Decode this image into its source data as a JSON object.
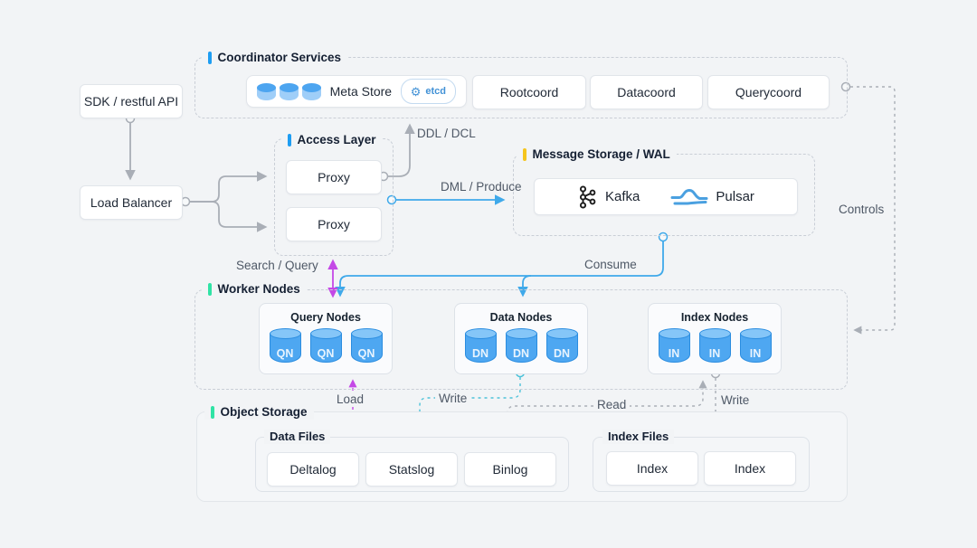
{
  "nodes": {
    "sdk": {
      "label": "SDK / restful API"
    },
    "load_balancer": {
      "label": "Load Balancer"
    }
  },
  "coordinator": {
    "title": "Coordinator Services",
    "accent_color": "#1e9df2",
    "meta_store": {
      "label": "Meta Store",
      "badge": "etcd"
    },
    "services": [
      "Rootcoord",
      "Datacoord",
      "Querycoord"
    ]
  },
  "access_layer": {
    "title": "Access Layer",
    "accent_color": "#1e9df2",
    "proxies": [
      "Proxy",
      "Proxy"
    ]
  },
  "message_storage": {
    "title": "Message Storage / WAL",
    "accent_color": "#f5c51d",
    "engines": [
      {
        "name": "Kafka"
      },
      {
        "name": "Pulsar"
      }
    ]
  },
  "worker_nodes": {
    "title": "Worker Nodes",
    "accent_color": "#30e3a5",
    "groups": [
      {
        "title": "Query Nodes",
        "node_label": "QN"
      },
      {
        "title": "Data Nodes",
        "node_label": "DN"
      },
      {
        "title": "Index Nodes",
        "node_label": "IN"
      }
    ]
  },
  "object_storage": {
    "title": "Object Storage",
    "accent_color": "#30e3a5",
    "data_files": {
      "title": "Data Files",
      "files": [
        "Deltalog",
        "Statslog",
        "Binlog"
      ]
    },
    "index_files": {
      "title": "Index Files",
      "files": [
        "Index",
        "Index"
      ]
    }
  },
  "edges": {
    "ddl": {
      "label": "DDL / DCL",
      "color": "#a9aeb6"
    },
    "dml": {
      "label": "DML / Produce",
      "color": "#3fa9ea"
    },
    "search_query": {
      "label": "Search / Query",
      "color": "#c448e6"
    },
    "consume": {
      "label": "Consume",
      "color": "#3fa9ea"
    },
    "controls": {
      "label": "Controls",
      "color": "#a9aeb6"
    },
    "load": {
      "label": "Load",
      "color": "#c448e6"
    },
    "write_data": {
      "label": "Write",
      "color": "#4cc2d9"
    },
    "read": {
      "label": "Read",
      "color": "#a9aeb6"
    },
    "write_index": {
      "label": "Write",
      "color": "#a9aeb6"
    }
  }
}
